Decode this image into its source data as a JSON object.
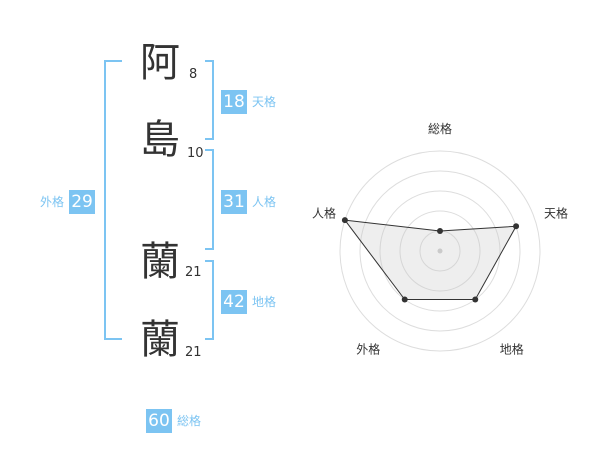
{
  "name": {
    "characters": [
      {
        "char": "阿",
        "strokes": "8"
      },
      {
        "char": "島",
        "strokes": "10"
      },
      {
        "char": "蘭",
        "strokes": "21"
      },
      {
        "char": "蘭",
        "strokes": "21"
      }
    ]
  },
  "fortune": {
    "tenkaku": {
      "value": "18",
      "label": "天格"
    },
    "jinkaku": {
      "value": "31",
      "label": "人格"
    },
    "chikaku": {
      "value": "42",
      "label": "地格"
    },
    "gaikaku": {
      "value": "29",
      "label": "外格"
    },
    "soukaku": {
      "value": "60",
      "label": "総格"
    }
  },
  "colors": {
    "accent": "#7cc4f2",
    "text": "#333333"
  },
  "chart_data": {
    "type": "radar",
    "axes": [
      "総格",
      "天格",
      "地格",
      "外格",
      "人格"
    ],
    "values": [
      1,
      4,
      3,
      3,
      5
    ],
    "rlim": [
      0,
      5
    ],
    "grid": true
  }
}
